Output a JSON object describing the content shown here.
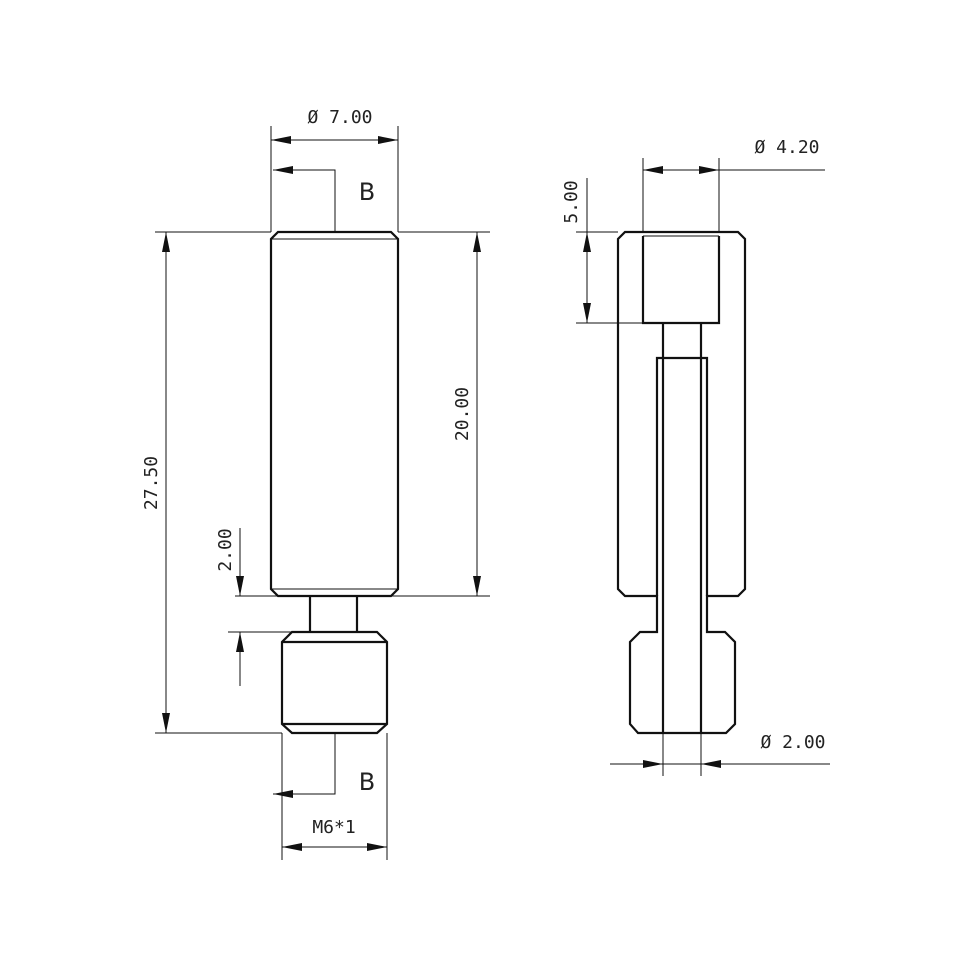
{
  "front_view": {
    "diameter_label": "Ø 7.00",
    "section_marker_top": "B",
    "section_marker_bottom": "B",
    "total_length_label": "27.50",
    "body_length_label": "20.00",
    "neck_length_label": "2.00",
    "thread_label": "M6*1"
  },
  "section_view": {
    "bore_diameter_label": "Ø 4.20",
    "bore_depth_label": "5.00",
    "inner_diameter_label": "Ø 2.00"
  },
  "colors": {
    "line": "#111111",
    "background": "#ffffff"
  }
}
